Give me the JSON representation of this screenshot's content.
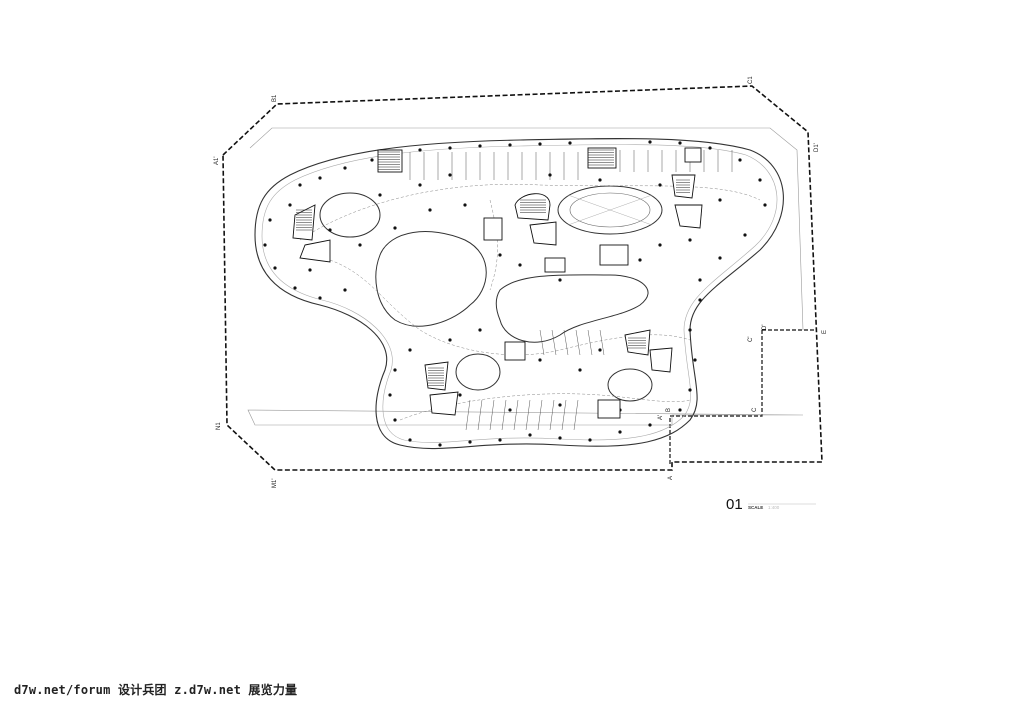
{
  "drawing": {
    "grid_labels": [
      "B1",
      "C1",
      "A1'",
      "D1'",
      "N1",
      "M1'",
      "C'",
      "D'",
      "E",
      "C",
      "A",
      "A'",
      "B"
    ],
    "title_number": "01",
    "scale_label": "SCALE",
    "scale_value": "1:400"
  },
  "watermark": "d7w.net/forum 设计兵团 z.d7w.net 展览力量"
}
